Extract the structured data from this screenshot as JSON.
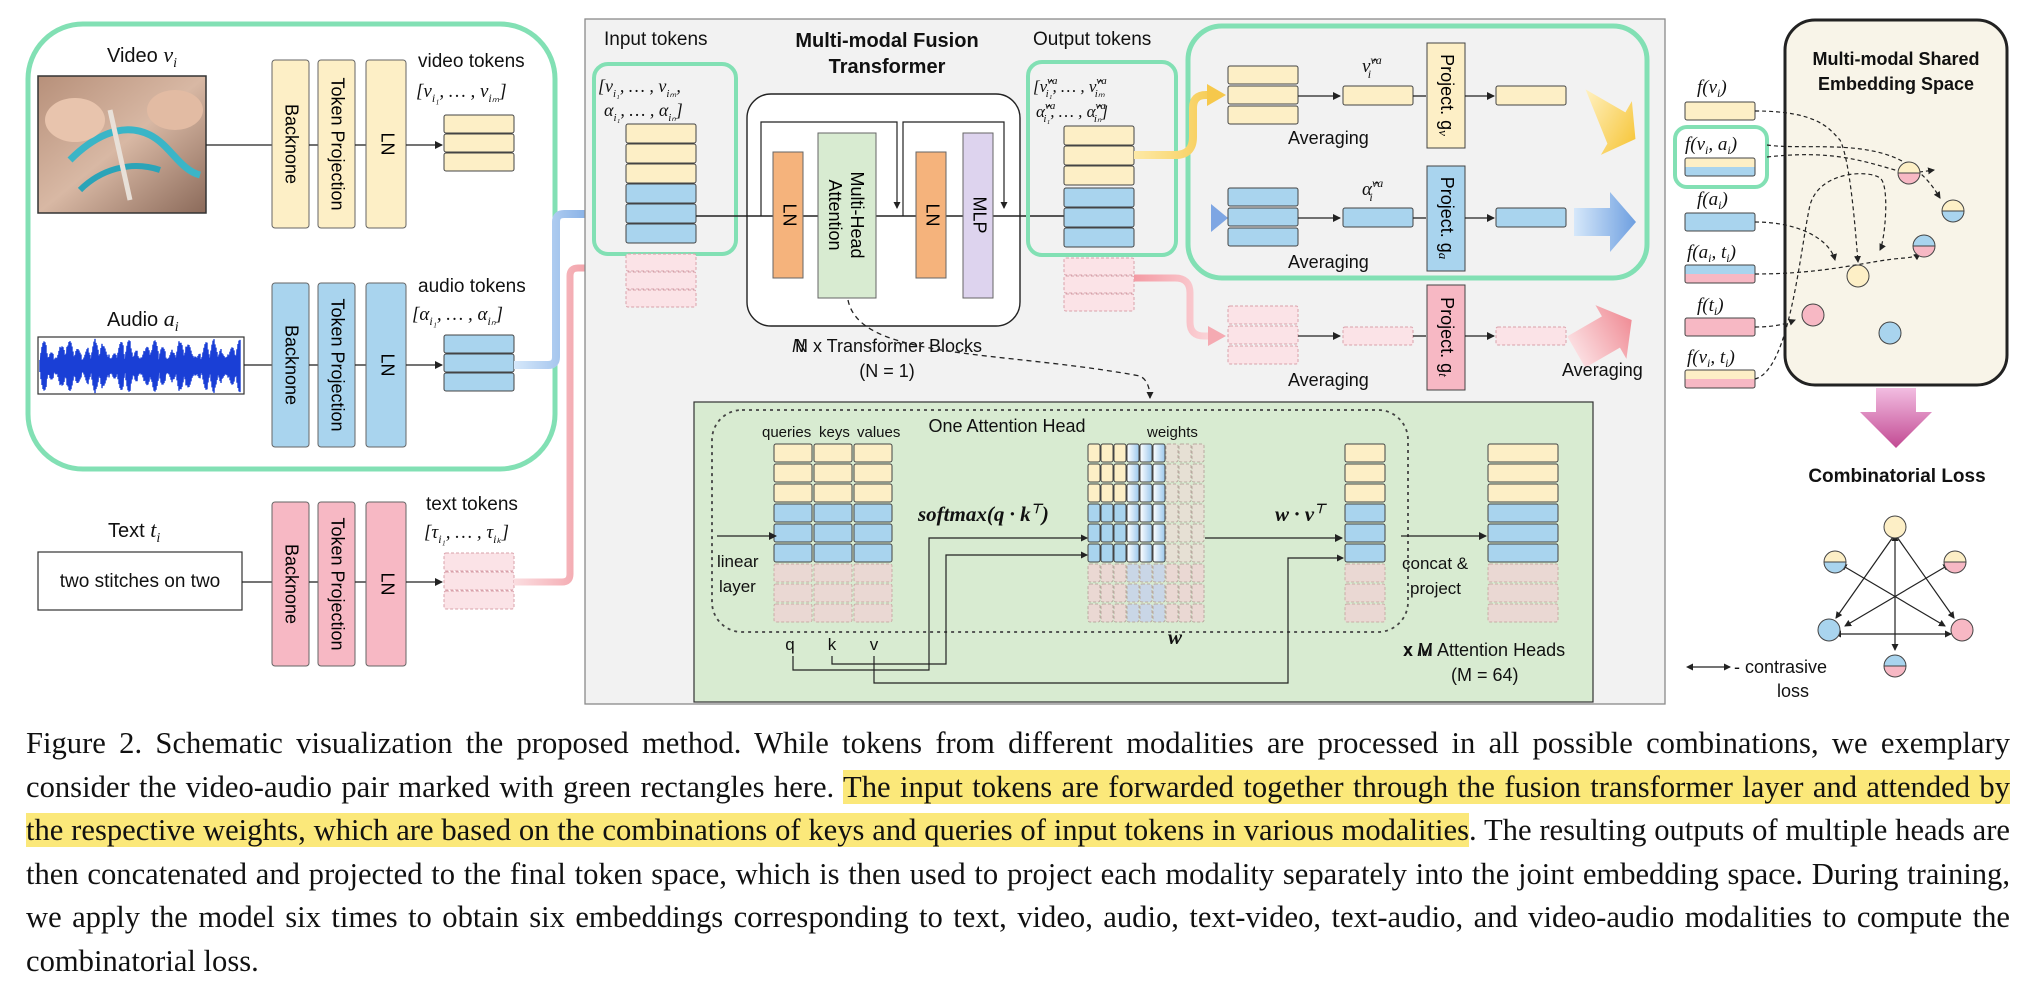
{
  "figure": {
    "video_label": "Video ",
    "video_sym": "v",
    "video_sub": "i",
    "audio_label": "Audio ",
    "audio_sym": "a",
    "audio_sub": "i",
    "text_label": "Text ",
    "text_sym": "t",
    "text_sub": "i",
    "text_input": "two stitches on two",
    "backbone_label": "Backnone",
    "token_projection_label": "Token Projection",
    "ln_label": "LN",
    "video_tokens_label": "video tokens",
    "video_tokens_math": "[ν_{i_1}, …, ν_{i_m}]",
    "audio_tokens_label": "audio tokens",
    "audio_tokens_math": "[α_{i_1}, …, α_{i_n}]",
    "text_tokens_label": "text tokens",
    "text_tokens_math": "[τ_{i_1}, …, τ_{i_k}]",
    "input_tokens_label": "Input tokens",
    "input_tokens_math_1": "[ν_{i_1}, …, ν_{i_m},",
    "input_tokens_math_2": "α_{i_1}, …, α_{i_n}]",
    "fusion_title_1": "Multi-modal Fusion",
    "fusion_title_2": "Transformer",
    "mha_label_1": "Multi-Head",
    "mha_label_2": "Attention",
    "mlp_label": "MLP",
    "n_blocks_label": "N x Transformer Blocks",
    "n_value_label": "(N = 1)",
    "output_tokens_label": "Output tokens",
    "output_tokens_math_1": "[ν̂^{va}_{i_1}, …, ν̂^{va}_{i_m}",
    "output_tokens_math_2": "α̂^{va}_{i_1}, …, α̂^{va}_{i_n}]",
    "averaging_label": "Averaging",
    "nu_hat_label": "ν̂",
    "alpha_hat_label": "α̂",
    "va_sup": "va",
    "i_sub": "i",
    "project_v": "Project. g",
    "project_v_sub": "v",
    "project_a": "Project. g",
    "project_a_sub": "a",
    "project_t": "Project. g",
    "project_t_sub": "t",
    "attention_head_title": "One Attention Head",
    "qkv_labels": [
      "queries",
      "keys",
      "values"
    ],
    "weights_label": "weights",
    "softmax_label": "softmax(q · k",
    "softmax_sup": "⊤",
    "softmax_close": ")",
    "wv_label": "w · v",
    "wv_sup": "⊤",
    "w_label": "w",
    "linear_layer_1": "linear",
    "linear_layer_2": "layer",
    "q_label": "q",
    "k_label": "k",
    "v_label": "v",
    "concat_1": "concat &",
    "concat_2": "project",
    "m_heads_label": "x M Attention Heads",
    "m_value_label": "(M = 64)",
    "embeddings": [
      "f(v_i)",
      "f(v_i, a_i)",
      "f(a_i)",
      "f(a_i, t_i)",
      "f(t_i)",
      "f(v_i, t_i)"
    ],
    "shared_space_1": "Multi-modal Shared",
    "shared_space_2": "Embedding Space",
    "combinatorial_loss": "Combinatorial Loss",
    "contrastive_1": "- contrasive",
    "contrastive_2": "loss"
  },
  "colors": {
    "video_yellow": "#fdefc6",
    "audio_blue": "#a9d4ee",
    "text_pink": "#f7b8c4",
    "green_frame": "#82e0b4",
    "attention_green": "#d8ebd1",
    "shared_bg": "#f8f4e8",
    "orange": "#f5b37c",
    "lavender": "#ddd3ee",
    "highlight": "#fbe87a"
  },
  "caption": {
    "part1": "Figure 2. Schematic visualization the proposed method. While tokens from different modalities are processed in all possible combinations, we exemplary consider the video-audio pair marked with green rectangles here. ",
    "highlight": "The input tokens are forwarded together through the fusion transformer layer and attended by the respective weights, which are based on the combinations of keys and queries of input tokens in various modalities",
    "part2": ". The resulting outputs of multiple heads are then concatenated and projected to the final token space, which is then used to project each modality separately into the joint embedding space. During training, we apply the model six times to obtain six embeddings corresponding to text, video, audio, text-video, text-audio, and video-audio modalities to compute the combinatorial loss."
  }
}
